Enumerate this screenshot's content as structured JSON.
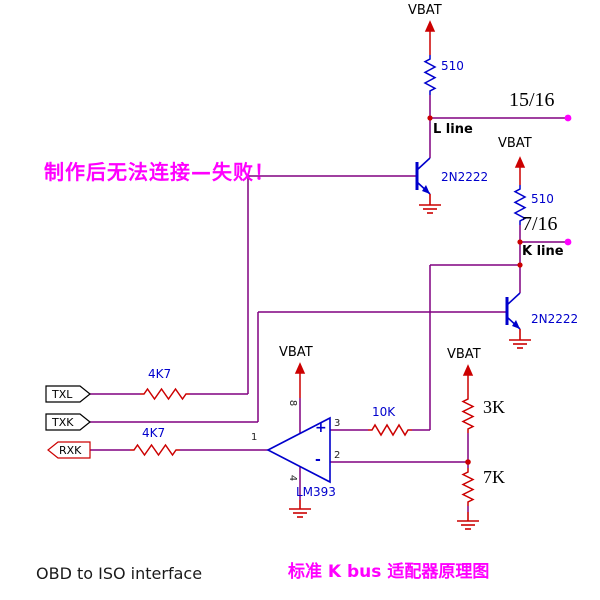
{
  "schematic": {
    "power_label": "VBAT",
    "resistors": {
      "r510": "510",
      "r4k7": "4K7",
      "r10k": "10K",
      "r3k": "3K",
      "r7k": "7K"
    },
    "transistor": "2N2222",
    "comparator": "LM393",
    "nets": {
      "l_line": "L line",
      "k_line": "K line",
      "pin_15_16": "15/16",
      "pin_7_16": "7/16"
    },
    "ports": {
      "txl": "TXL",
      "txk": "TXK",
      "rxk": "RXK"
    },
    "pins": {
      "p1": "1",
      "p2": "2",
      "p3": "3",
      "p4": "4",
      "p8": "8",
      "plus": "+",
      "minus": "-"
    }
  },
  "annotations": {
    "note_cn": "制作后无法连接—失败！",
    "caption_en": "OBD to ISO interface",
    "caption_cn": "标准 K bus 适配器原理图"
  },
  "colors": {
    "wire": "#800080",
    "symbol_blue": "#0000cc",
    "symbol_red": "#cc0000",
    "highlight_magenta": "#ff00ff"
  }
}
